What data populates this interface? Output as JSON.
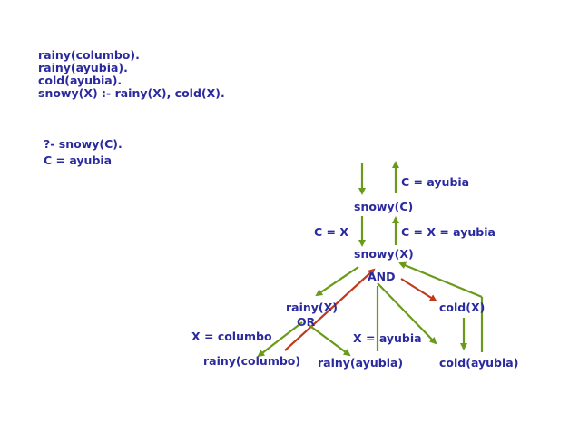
{
  "program": {
    "lines": [
      "rainy(columbo).",
      "rainy(ayubia).",
      "cold(ayubia).",
      "snowy(X) :- rainy(X), cold(X)."
    ]
  },
  "query": {
    "question": "?- snowy(C).",
    "answer": "C = ayubia"
  },
  "tree": {
    "top_binding": "C = ayubia",
    "root_goal": "snowy(C)",
    "unify_down": "C = X",
    "unify_up": "C = X = ayubia",
    "rule_goal": "snowy(X)",
    "and_label": "AND",
    "left_goal": "rainy(X)",
    "or_label": "OR",
    "right_goal": "cold(X)",
    "binding_columbo": "X = columbo",
    "binding_ayubia": "X = ayubia",
    "fact_columbo": "rainy(columbo)",
    "fact_ayubia": "rainy(ayubia)",
    "fact_cold": "cold(ayubia)"
  },
  "colors": {
    "text": "#2a2a9e",
    "success_arrow": "#6a9a1a",
    "fail_arrow": "#c0391b"
  }
}
